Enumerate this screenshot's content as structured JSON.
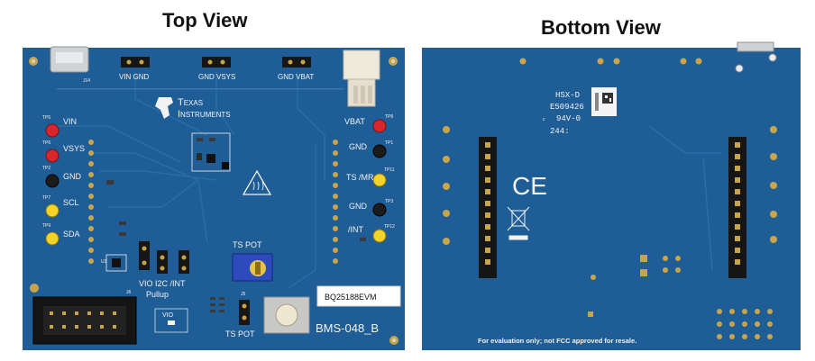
{
  "titles": {
    "top": "Top View",
    "bottom": "Bottom View"
  },
  "top_board": {
    "connectors": {
      "j2": "VIN  GND",
      "j11": "GND VSYS",
      "j3": "GND VBAT"
    },
    "logo": {
      "line1": "Texas",
      "line2": "Instruments"
    },
    "test_points_left": [
      {
        "id": "TP5",
        "label": "VIN",
        "color": "#d8262b"
      },
      {
        "id": "TP6",
        "label": "VSYS",
        "color": "#d8262b"
      },
      {
        "id": "TP2",
        "label": "GND",
        "color": "#1b1b1b"
      },
      {
        "id": "TP7",
        "label": "SCL",
        "color": "#f3d22a"
      },
      {
        "id": "TP9",
        "label": "SDA",
        "color": "#f3d22a"
      }
    ],
    "test_points_right": [
      {
        "id": "TP8",
        "label": "VBAT",
        "color": "#d8262b"
      },
      {
        "id": "TP1",
        "label": "GND",
        "color": "#1b1b1b"
      },
      {
        "id": "TP11",
        "label": "TS /MR",
        "color": "#f3d22a"
      },
      {
        "id": "TP3",
        "label": "GND",
        "color": "#1b1b1b"
      },
      {
        "id": "TP12",
        "label": "/INT",
        "color": "#f3d22a"
      }
    ],
    "jumper_labels": "VIO I2C /INT",
    "pullup": "Pullup",
    "ts_pot": "TS POT",
    "ts_pot_bottom": "TS POT",
    "vio": "VIO",
    "part_label": "BQ25188EVM",
    "board_id": "BMS-048_B",
    "ref_j14": "J14",
    "ref_j6": "J6",
    "ref_j5": "J5",
    "ref_u1": "U1"
  },
  "bottom_board": {
    "marking_line1": "HSX-D",
    "marking_line2": "E509426",
    "marking_line3": "94V-0",
    "marking_line4": "244:",
    "ce": "CE",
    "footer": "For evaluation only; not FCC approved for resale."
  },
  "colors": {
    "pcb": "#1f5d96",
    "pcb_dark": "#174b7c",
    "silk": "#f2f2f2",
    "gold": "#c9a54a"
  }
}
